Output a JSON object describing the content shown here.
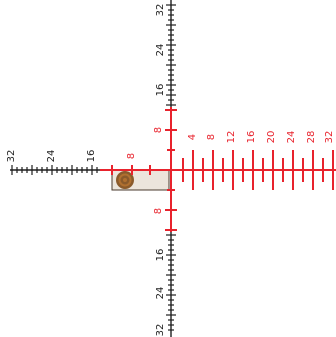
{
  "colors": {
    "black": "#1e1e1e",
    "red": "#e8232d",
    "window_fill": "#ece5dc",
    "window_stroke": "#4a3a2e",
    "dot_outer": "#8a5a2b",
    "dot_inner": "#b07030"
  },
  "labels": {
    "top": [
      "16",
      "24",
      "32"
    ],
    "bottom": [
      "16",
      "24",
      "32"
    ],
    "left": [
      "16",
      "24",
      "32"
    ],
    "center_upper": "8",
    "center_lower": "8",
    "center_left": "8",
    "right": [
      "4",
      "8",
      "12",
      "16",
      "20",
      "24",
      "28",
      "32"
    ]
  },
  "markers": {
    "target_dot": "brown-circle",
    "hold_window": "beige-rectangle"
  }
}
